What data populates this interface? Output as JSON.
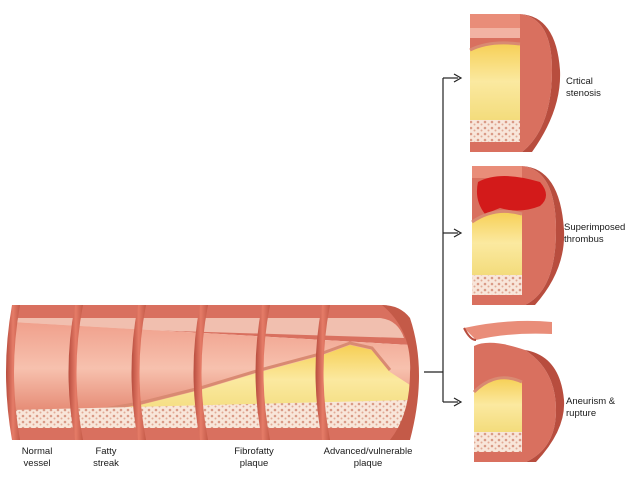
{
  "stages": [
    {
      "id": "normal",
      "line1": "Normal",
      "line2": "vessel"
    },
    {
      "id": "fatty-streak",
      "line1": "Fatty",
      "line2": "streak"
    },
    {
      "id": "fibrofatty",
      "line1": "Fibrofatty",
      "line2": "plaque"
    },
    {
      "id": "advanced",
      "line1": "Advanced/vulnerable",
      "line2": "plaque"
    }
  ],
  "outcomes": [
    {
      "id": "critical-stenosis",
      "line1": "Crtical",
      "line2": "stenosis"
    },
    {
      "id": "superimposed-thrombus",
      "line1": "Superimposed",
      "line2": "thrombus"
    },
    {
      "id": "aneurism-rupture",
      "line1": "Aneurism &",
      "line2": "rupture"
    }
  ],
  "colors": {
    "wall_outer": "#d9705f",
    "wall_light": "#f2b3a3",
    "wall_dark": "#b84d3e",
    "lumen": "#e98d79",
    "intima": "#f6d3c3",
    "plaque": "#f3dc7c",
    "plaque_core": "#fbeaa6",
    "fibrous_base": "#f7e4d8",
    "thrombus": "#d31a1a",
    "arrow": "#222222"
  }
}
